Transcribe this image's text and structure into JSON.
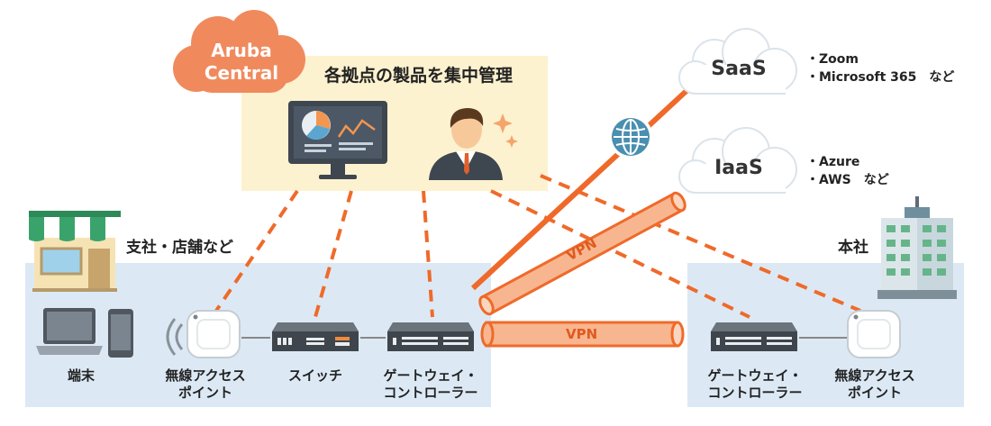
{
  "central": {
    "cloud_line1": "Aruba",
    "cloud_line2": "Central",
    "caption": "各拠点の製品を集中管理",
    "cloud_color": "#f08a5d"
  },
  "saas": {
    "label": "SaaS",
    "bullets": [
      "・Zoom",
      "・Microsoft 365　など"
    ]
  },
  "iaas": {
    "label": "IaaS",
    "bullets": [
      "・Azure",
      "・AWS　など"
    ]
  },
  "branch": {
    "title": "支社・店舗など",
    "devices": {
      "terminal": "端末",
      "ap_line1": "無線アクセス",
      "ap_line2": "ポイント",
      "switch": "スイッチ",
      "gw_line1": "ゲートウェイ・",
      "gw_line2": "コントローラー"
    }
  },
  "hq": {
    "title": "本社",
    "devices": {
      "gw_line1": "ゲートウェイ・",
      "gw_line2": "コントローラー",
      "ap_line1": "無線アクセス",
      "ap_line2": "ポイント"
    }
  },
  "tunnels": {
    "upper_label": "VPN",
    "lower_label": "VPN"
  },
  "colors": {
    "accent": "#ef6a2a",
    "tunnel_fill": "#f7b690",
    "zone": "#dce9f5",
    "panel": "#fdf2cf",
    "globe": "#4a8fb0"
  }
}
